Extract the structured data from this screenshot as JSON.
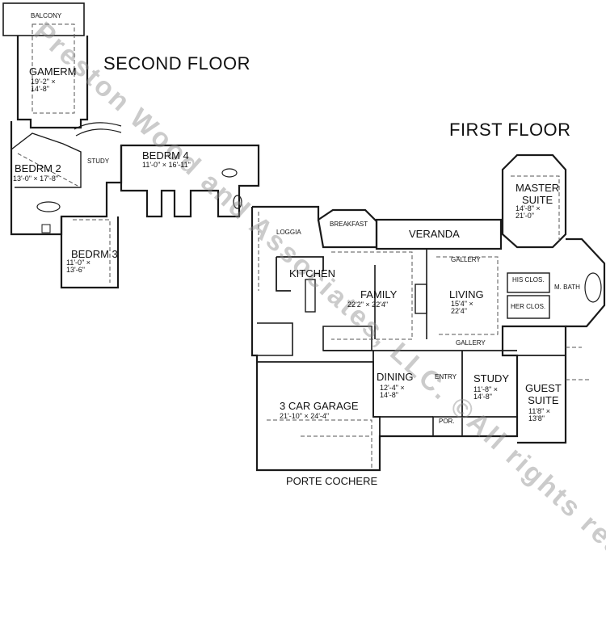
{
  "floors": {
    "second": "SECOND FLOOR",
    "first": "FIRST FLOOR"
  },
  "rooms": {
    "balcony": "BALCONY",
    "gamerm": {
      "name": "GAMERM",
      "dim": "19'-2\" ×\n14'-8\""
    },
    "bedrm2": {
      "name": "BEDRM 2",
      "dim": "13'-0\" × 17'-8\""
    },
    "study2": "STUDY",
    "bedrm4": {
      "name": "BEDRM 4",
      "dim": "11'-0\" × 16'-11\""
    },
    "bedrm3": {
      "name": "BEDRM 3",
      "dim": "11'-0\" ×\n13'-6\""
    },
    "loggia": "LOGGIA",
    "breakfast": "BREAKFAST",
    "veranda": "VERANDA",
    "kitchen": "KITCHEN",
    "family": {
      "name": "FAMILY",
      "dim": "22'2\" × 22'4\""
    },
    "gallery_top": "GALLERY",
    "living": {
      "name": "LIVING",
      "dim": "15'4\" ×\n22'4\""
    },
    "master_suite": {
      "name": "MASTER\nSUITE",
      "dim": "14'-8\" ×\n21'-0\""
    },
    "his_clos": "HIS CLOS.",
    "her_clos": "HER CLOS.",
    "m_bath": "M. BATH",
    "gallery_bottom": "GALLERY",
    "dining": {
      "name": "DINING",
      "dim": "12'-4\" ×\n14'-8\""
    },
    "entry": "ENTRY",
    "study": {
      "name": "STUDY",
      "dim": "11'-8\" ×\n14'-8\""
    },
    "guest_suite": {
      "name": "GUEST\nSUITE",
      "dim": "11'8\" ×\n13'8\""
    },
    "garage": {
      "name": "3 CAR GARAGE",
      "dim": "21'-10\" × 24'-4\""
    },
    "por": "POR.",
    "porte_cochere": "PORTE COCHERE"
  },
  "watermark": "Preston Wood and Associates, LLC. ©All rights reserved",
  "colors": {
    "wall": "#1a1a1a",
    "dashed": "#555555",
    "watermark": "#8c8c8c"
  }
}
